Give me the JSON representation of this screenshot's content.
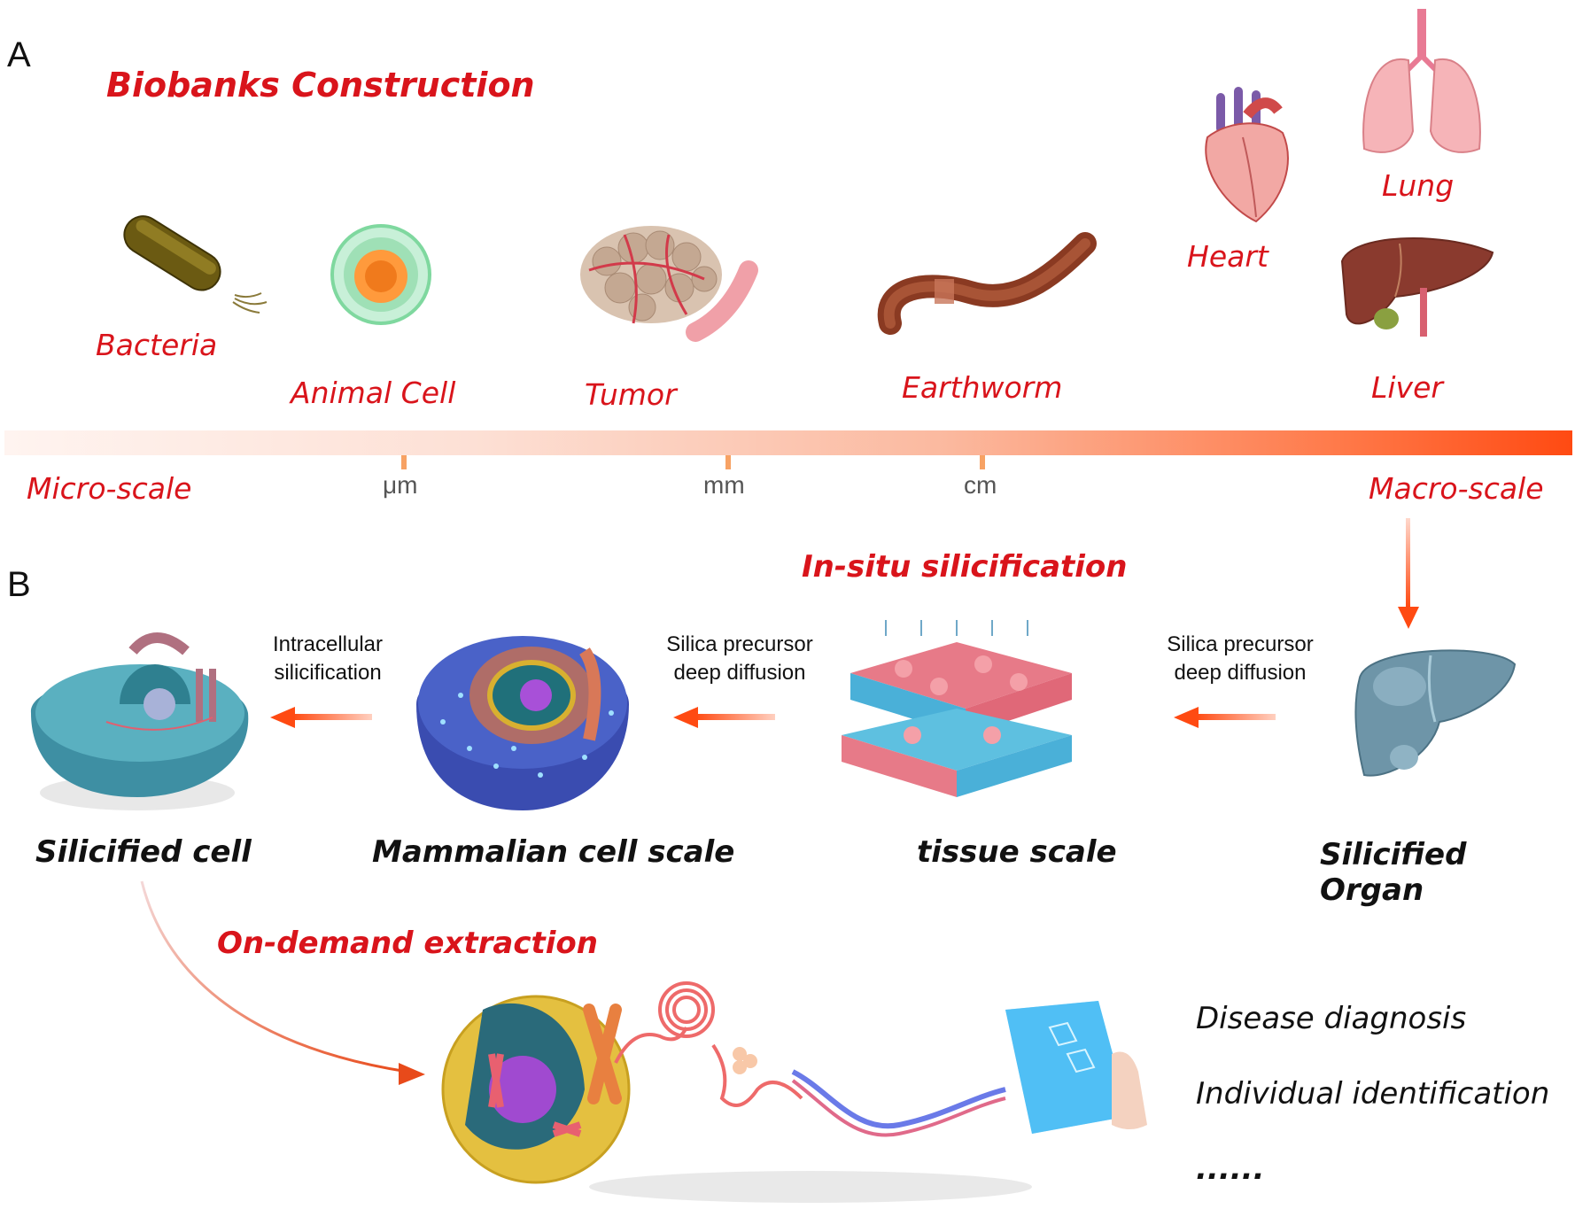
{
  "panel_a": {
    "letter": "A",
    "title": "Biobanks Construction",
    "organisms": [
      {
        "label": "Bacteria",
        "icon": "bacteria-icon"
      },
      {
        "label": "Animal Cell",
        "icon": "animal-cell-icon"
      },
      {
        "label": "Tumor",
        "icon": "tumor-icon"
      },
      {
        "label": "Earthworm",
        "icon": "earthworm-icon"
      },
      {
        "label": "Heart",
        "icon": "heart-icon"
      },
      {
        "label": "Lung",
        "icon": "lung-icon"
      },
      {
        "label": "Liver",
        "icon": "liver-icon"
      }
    ],
    "scale": {
      "left_label": "Micro-scale",
      "right_label": "Macro-scale",
      "ticks": [
        "μm",
        "mm",
        "cm"
      ],
      "gradient_start": "#fff4f0",
      "gradient_end": "#ff4a12"
    }
  },
  "panel_b": {
    "letter": "B",
    "title": "In-situ silicification",
    "steps": [
      {
        "text_line1": "Intracellular",
        "text_line2": "silicification"
      },
      {
        "text_line1": "Silica precursor",
        "text_line2": "deep diffusion"
      },
      {
        "text_line1": "Silica precursor",
        "text_line2": "deep diffusion"
      }
    ],
    "stages": [
      {
        "label": "Silicified cell",
        "icon": "silicified-cell-icon"
      },
      {
        "label": "Mammalian cell scale",
        "icon": "mammalian-cell-icon"
      },
      {
        "label": "tissue scale",
        "icon": "tissue-icon"
      },
      {
        "label": "Silicified Organ",
        "icon": "silicified-liver-icon"
      }
    ],
    "extraction": {
      "title": "On-demand extraction",
      "uses": [
        "Disease diagnosis",
        "Individual identification",
        "......"
      ]
    },
    "arrow_color": "#ff4a12"
  }
}
